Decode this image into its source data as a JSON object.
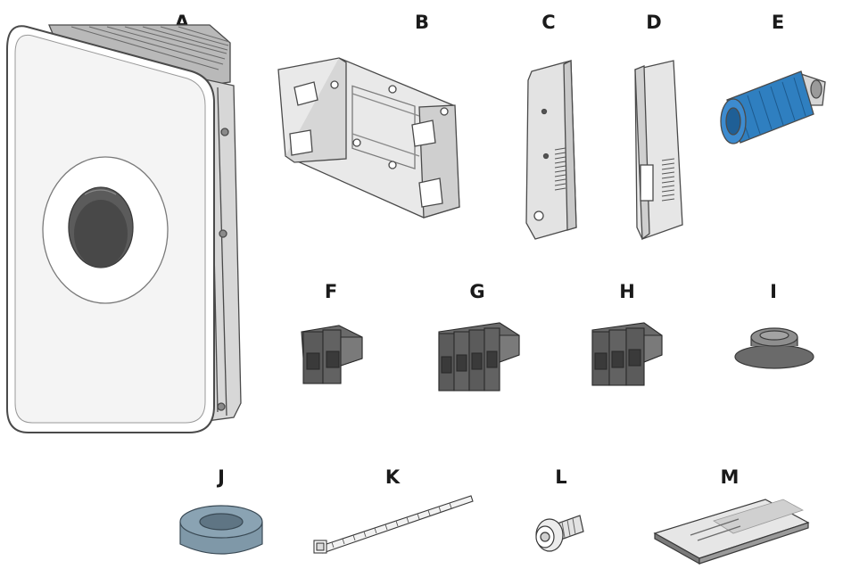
{
  "items": [
    {
      "letter": "A",
      "part": "inverter-unit"
    },
    {
      "letter": "B",
      "part": "wall-mounting-bracket"
    },
    {
      "letter": "C",
      "part": "side-cover-left"
    },
    {
      "letter": "D",
      "part": "side-cover-right"
    },
    {
      "letter": "E",
      "part": "blue-cable-gland-sleeve"
    },
    {
      "letter": "F",
      "part": "two-pole-terminal-plug"
    },
    {
      "letter": "G",
      "part": "four-pole-terminal-plug"
    },
    {
      "letter": "H",
      "part": "three-pole-terminal-plug"
    },
    {
      "letter": "I",
      "part": "sealing-plug"
    },
    {
      "letter": "J",
      "part": "ferrite-ring"
    },
    {
      "letter": "K",
      "part": "cable-tie"
    },
    {
      "letter": "L",
      "part": "screw-with-washer"
    },
    {
      "letter": "M",
      "part": "documentation-booklet"
    }
  ],
  "colors": {
    "outline": "#4a4a4a",
    "grey_light": "#e9e9e9",
    "grey_mid": "#c9c9c9",
    "grey_dark": "#5b5b5b",
    "blue": "#2f7fc0",
    "ferrite": "#8aa3b3"
  }
}
